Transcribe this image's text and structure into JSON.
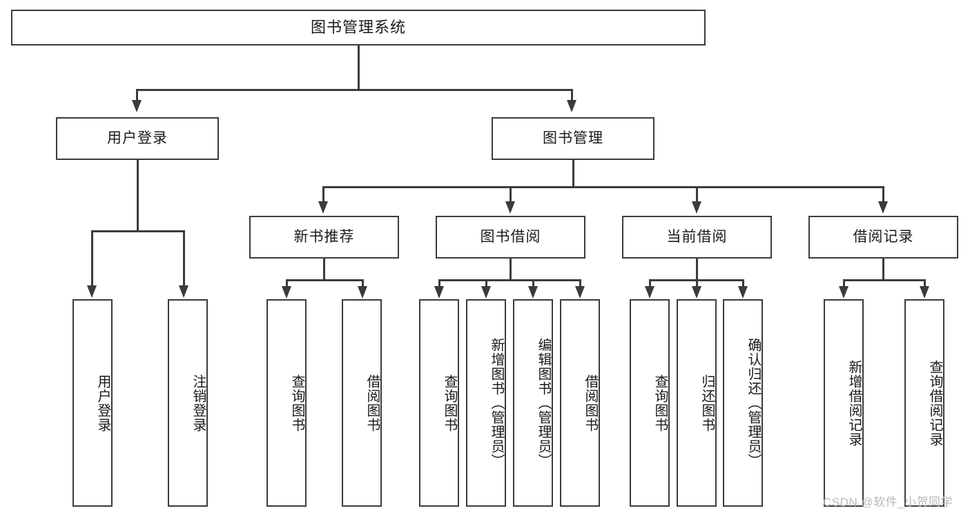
{
  "diagram": {
    "title": "图书管理系统",
    "type": "tree-hierarchy-chart",
    "orientation": "top-down",
    "root": {
      "label": "图书管理系统"
    },
    "level2": [
      {
        "id": "user-login",
        "label": "用户登录"
      },
      {
        "id": "book-manage",
        "label": "图书管理"
      }
    ],
    "level3": [
      {
        "id": "new-book-recommend",
        "label": "新书推荐"
      },
      {
        "id": "book-borrow",
        "label": "图书借阅"
      },
      {
        "id": "current-borrow",
        "label": "当前借阅"
      },
      {
        "id": "borrow-record",
        "label": "借阅记录"
      }
    ],
    "leaves": {
      "user_login": [
        {
          "id": "leaf-user-login",
          "label": "用户登录"
        },
        {
          "id": "leaf-logout-login",
          "label": "注销登录"
        }
      ],
      "new_book_recommend": [
        {
          "id": "leaf-query-book-1",
          "label": "查询图书"
        },
        {
          "id": "leaf-borrow-book-1",
          "label": "借阅图书"
        }
      ],
      "book_borrow": [
        {
          "id": "leaf-query-book-2",
          "label": "查询图书"
        },
        {
          "id": "leaf-add-book",
          "label": "新增图书（管理员）"
        },
        {
          "id": "leaf-edit-book",
          "label": "编辑图书（管理员）"
        },
        {
          "id": "leaf-borrow-book-2",
          "label": "借阅图书"
        }
      ],
      "current_borrow": [
        {
          "id": "leaf-query-book-3",
          "label": "查询图书"
        },
        {
          "id": "leaf-return-book",
          "label": "归还图书"
        },
        {
          "id": "leaf-confirm-return",
          "label": "确认归还（管理员）"
        }
      ],
      "borrow_record": [
        {
          "id": "leaf-add-record",
          "label": "新增借阅记录"
        },
        {
          "id": "leaf-query-record",
          "label": "查询借阅记录"
        }
      ]
    }
  },
  "watermark": {
    "text": "CSDN @软件_小贺同学"
  },
  "colors": {
    "stroke": "#3b3b3b",
    "fill": "#ffffff",
    "text": "#1a1a1a",
    "watermark": "#b9b9b9",
    "background": "#ffffff"
  }
}
